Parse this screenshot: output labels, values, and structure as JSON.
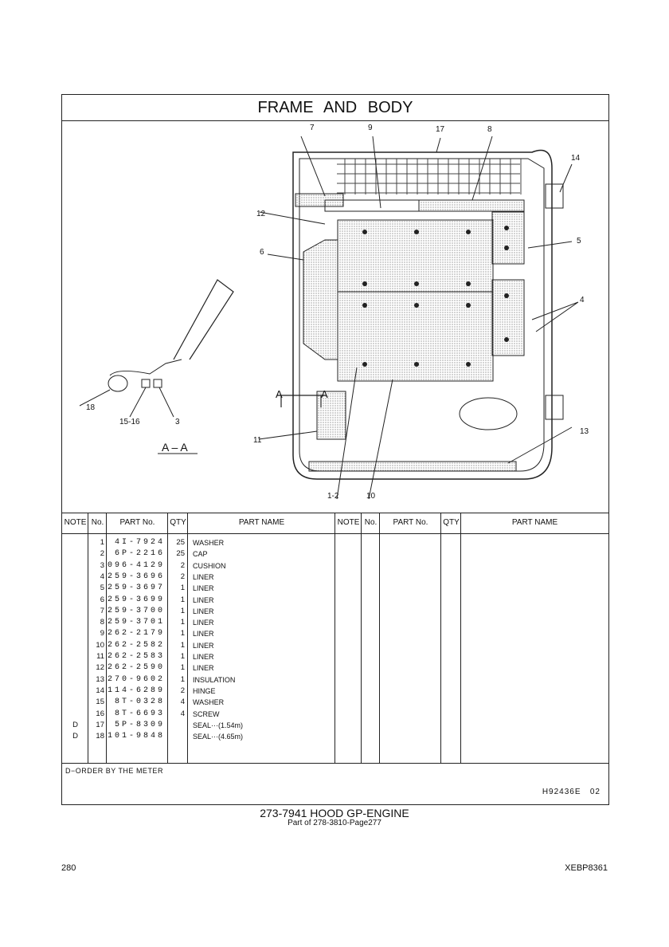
{
  "title": "FRAME AND BODY",
  "callouts": {
    "c7": "7",
    "c9": "9",
    "c17": "17",
    "c8": "8",
    "c14": "14",
    "c12": "12",
    "c5": "5",
    "c6": "6",
    "c4": "4",
    "c18": "18",
    "c1516": "15-16",
    "c3": "3",
    "cA1": "A",
    "cA2": "A",
    "section": "A – A",
    "c11": "11",
    "c13": "13",
    "c12b": "1-2",
    "c10": "10"
  },
  "table": {
    "headers": {
      "note": "NOTE",
      "no": "No.",
      "part_no": "PART No.",
      "qty": "QTY",
      "part_name": "PART NAME"
    },
    "rows": [
      {
        "note": "",
        "no": "1",
        "part_no": "4I-7924",
        "qty": "25",
        "name": "WASHER"
      },
      {
        "note": "",
        "no": "2",
        "part_no": "6P-2216",
        "qty": "25",
        "name": "CAP"
      },
      {
        "note": "",
        "no": "3",
        "part_no": "096-4129",
        "qty": "2",
        "name": "CUSHION"
      },
      {
        "note": "",
        "no": "4",
        "part_no": "259-3696",
        "qty": "2",
        "name": "LINER"
      },
      {
        "note": "",
        "no": "5",
        "part_no": "259-3697",
        "qty": "1",
        "name": "LINER"
      },
      {
        "note": "",
        "no": "6",
        "part_no": "259-3699",
        "qty": "1",
        "name": "LINER"
      },
      {
        "note": "",
        "no": "7",
        "part_no": "259-3700",
        "qty": "1",
        "name": "LINER"
      },
      {
        "note": "",
        "no": "8",
        "part_no": "259-3701",
        "qty": "1",
        "name": "LINER"
      },
      {
        "note": "",
        "no": "9",
        "part_no": "262-2179",
        "qty": "1",
        "name": "LINER"
      },
      {
        "note": "",
        "no": "10",
        "part_no": "262-2582",
        "qty": "1",
        "name": "LINER"
      },
      {
        "note": "",
        "no": "11",
        "part_no": "262-2583",
        "qty": "1",
        "name": "LINER"
      },
      {
        "note": "",
        "no": "12",
        "part_no": "262-2590",
        "qty": "1",
        "name": "LINER"
      },
      {
        "note": "",
        "no": "13",
        "part_no": "270-9602",
        "qty": "1",
        "name": "INSULATION"
      },
      {
        "note": "",
        "no": "14",
        "part_no": "114-6289",
        "qty": "2",
        "name": "HINGE"
      },
      {
        "note": "",
        "no": "15",
        "part_no": "8T-0328",
        "qty": "4",
        "name": "WASHER"
      },
      {
        "note": "",
        "no": "16",
        "part_no": "8T-6693",
        "qty": "4",
        "name": "SCREW"
      },
      {
        "note": "D",
        "no": "17",
        "part_no": "5P-8309",
        "qty": "",
        "name": "SEAL···(1.54m)"
      },
      {
        "note": "D",
        "no": "18",
        "part_no": "101-9848",
        "qty": "",
        "name": "SEAL···(4.65m)"
      }
    ]
  },
  "note_text": "D−ORDER BY THE METER",
  "drawing_code": "H92436E   02",
  "group_title": "273-7941  HOOD GP-ENGINE",
  "group_sub": "Part of 278-3810-Page277",
  "page_number": "280",
  "doc_id": "XEBP8361"
}
